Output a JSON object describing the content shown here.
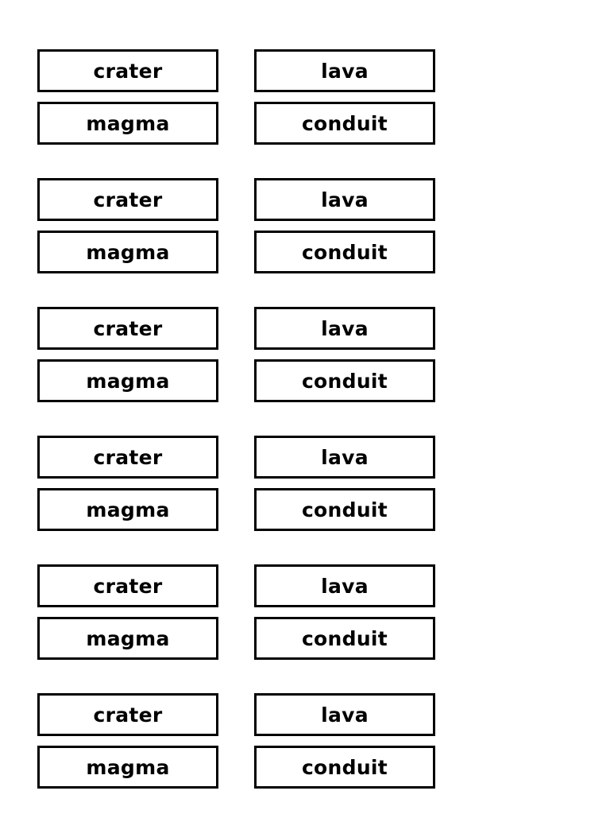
{
  "page": {
    "background_color": "#ffffff",
    "border_color": "#000000",
    "text_color": "#000000",
    "document_kind": "label-card-sheet",
    "columns_per_group": 2,
    "cards_per_column": 2,
    "group_count": 6
  },
  "card_groups": [
    {
      "group_index": 1,
      "columns": [
        {
          "column_index": 1,
          "cards": [
            {
              "label": "crater"
            },
            {
              "label": "magma"
            }
          ]
        },
        {
          "column_index": 2,
          "cards": [
            {
              "label": "lava"
            },
            {
              "label": "conduit"
            }
          ]
        }
      ]
    },
    {
      "group_index": 2,
      "columns": [
        {
          "column_index": 1,
          "cards": [
            {
              "label": "crater"
            },
            {
              "label": "magma"
            }
          ]
        },
        {
          "column_index": 2,
          "cards": [
            {
              "label": "lava"
            },
            {
              "label": "conduit"
            }
          ]
        }
      ]
    },
    {
      "group_index": 3,
      "columns": [
        {
          "column_index": 1,
          "cards": [
            {
              "label": "crater"
            },
            {
              "label": "magma"
            }
          ]
        },
        {
          "column_index": 2,
          "cards": [
            {
              "label": "lava"
            },
            {
              "label": "conduit"
            }
          ]
        }
      ]
    },
    {
      "group_index": 4,
      "columns": [
        {
          "column_index": 1,
          "cards": [
            {
              "label": "crater"
            },
            {
              "label": "magma"
            }
          ]
        },
        {
          "column_index": 2,
          "cards": [
            {
              "label": "lava"
            },
            {
              "label": "conduit"
            }
          ]
        }
      ]
    },
    {
      "group_index": 5,
      "columns": [
        {
          "column_index": 1,
          "cards": [
            {
              "label": "crater"
            },
            {
              "label": "magma"
            }
          ]
        },
        {
          "column_index": 2,
          "cards": [
            {
              "label": "lava"
            },
            {
              "label": "conduit"
            }
          ]
        }
      ]
    },
    {
      "group_index": 6,
      "columns": [
        {
          "column_index": 1,
          "cards": [
            {
              "label": "crater"
            },
            {
              "label": "magma"
            }
          ]
        },
        {
          "column_index": 2,
          "cards": [
            {
              "label": "lava"
            },
            {
              "label": "conduit"
            }
          ]
        }
      ]
    }
  ]
}
